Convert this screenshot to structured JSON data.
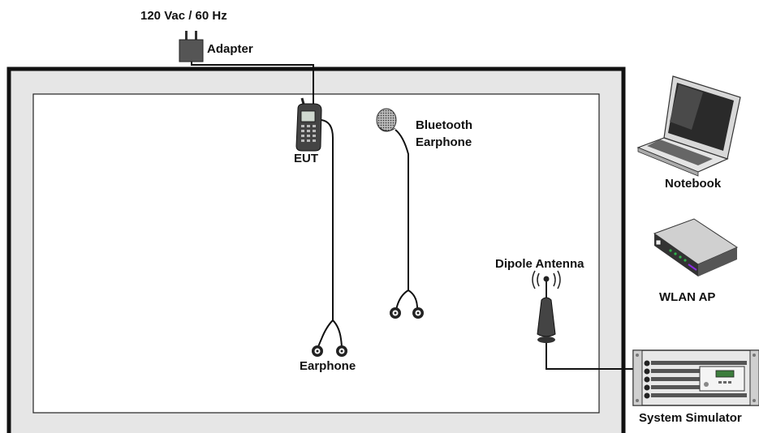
{
  "labels": {
    "power": "120 Vac / 60 Hz",
    "adapter": "Adapter",
    "eut": "EUT",
    "bt_line1": "Bluetooth",
    "bt_line2": "Earphone",
    "earphone": "Earphone",
    "dipole": "Dipole Antenna",
    "notebook": "Notebook",
    "wlan": "WLAN AP",
    "simulator": "System Simulator"
  },
  "colors": {
    "chamber_outer": "#e6e6e6",
    "chamber_border": "#111111",
    "wire": "#111111",
    "device_dark": "#3a3a3a",
    "led_green": "#2fb34a",
    "led_purple": "#8a2be2"
  }
}
